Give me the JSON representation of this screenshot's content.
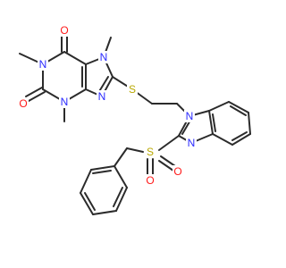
{
  "image": {
    "background": "#ffffff"
  },
  "colors": {
    "bond": "#2b2b2b",
    "nitrogen": "#2a2aff",
    "oxygen": "#ff1a1a",
    "sulfur": "#b8a800"
  },
  "atoms": {
    "o_top": "O",
    "o_bottom": "O",
    "n1": "N",
    "n3": "N",
    "n7": "N",
    "n9": "N",
    "s_thioether": "S",
    "n_bzim1": "N",
    "n_bzim3": "N",
    "s_sulfonyl": "S",
    "o_sulfonyl1": "O",
    "o_sulfonyl2": "O"
  }
}
